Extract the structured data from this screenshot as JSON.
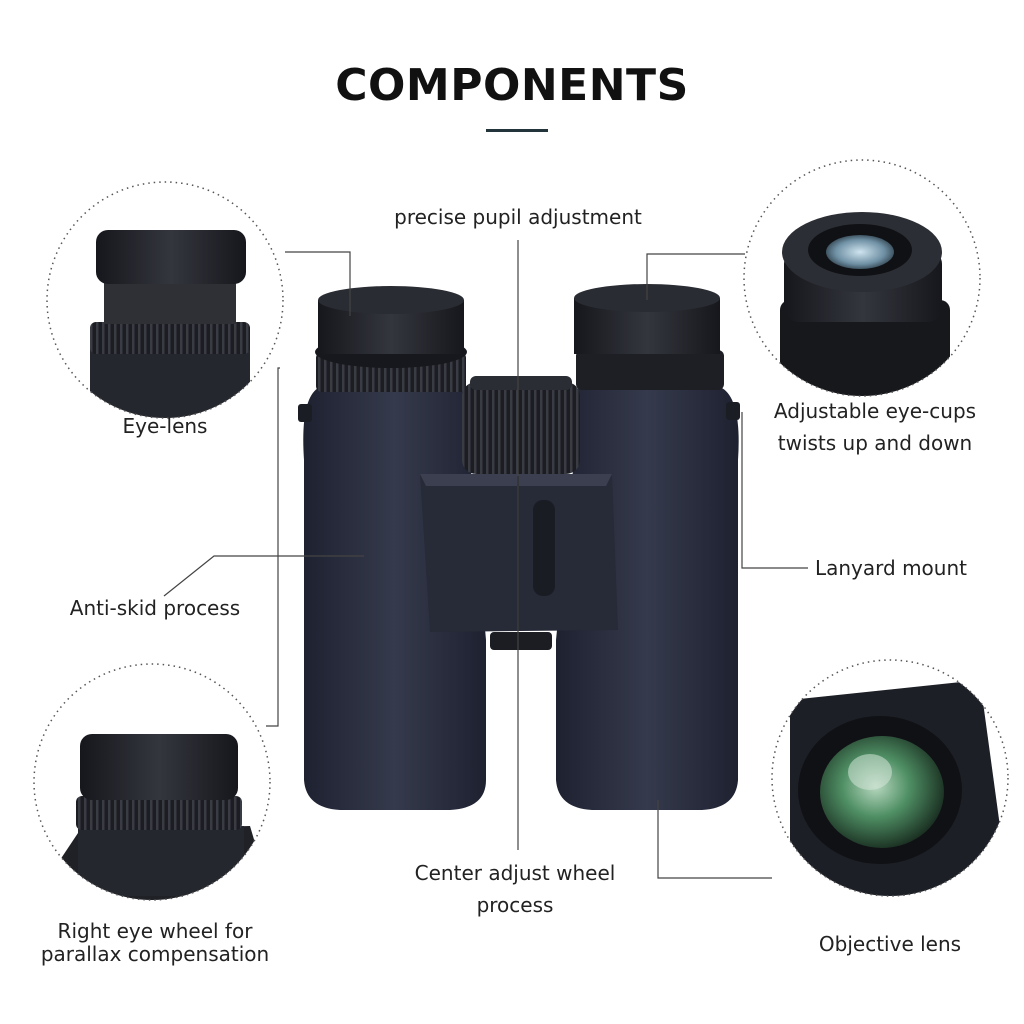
{
  "title": "COMPONENTS",
  "labels": {
    "pupil": "precise pupil adjustment",
    "eye_lens": "Eye-lens",
    "eyecups_line1": "Adjustable eye-cups",
    "eyecups_line2": "twists up and down",
    "lanyard": "Lanyard mount",
    "antiskid": "Anti-skid process",
    "center_line1": "Center adjust wheel",
    "center_line2": "process",
    "right_eye_line1": "Right eye wheel for",
    "right_eye_line2": "parallax compensation",
    "objective": "Objective lens"
  },
  "colors": {
    "body": "#2d3140",
    "body_dark": "#1c1f29",
    "rubber": "#24262e",
    "lens_green": "#3e7a55",
    "accent": "#23343b"
  }
}
